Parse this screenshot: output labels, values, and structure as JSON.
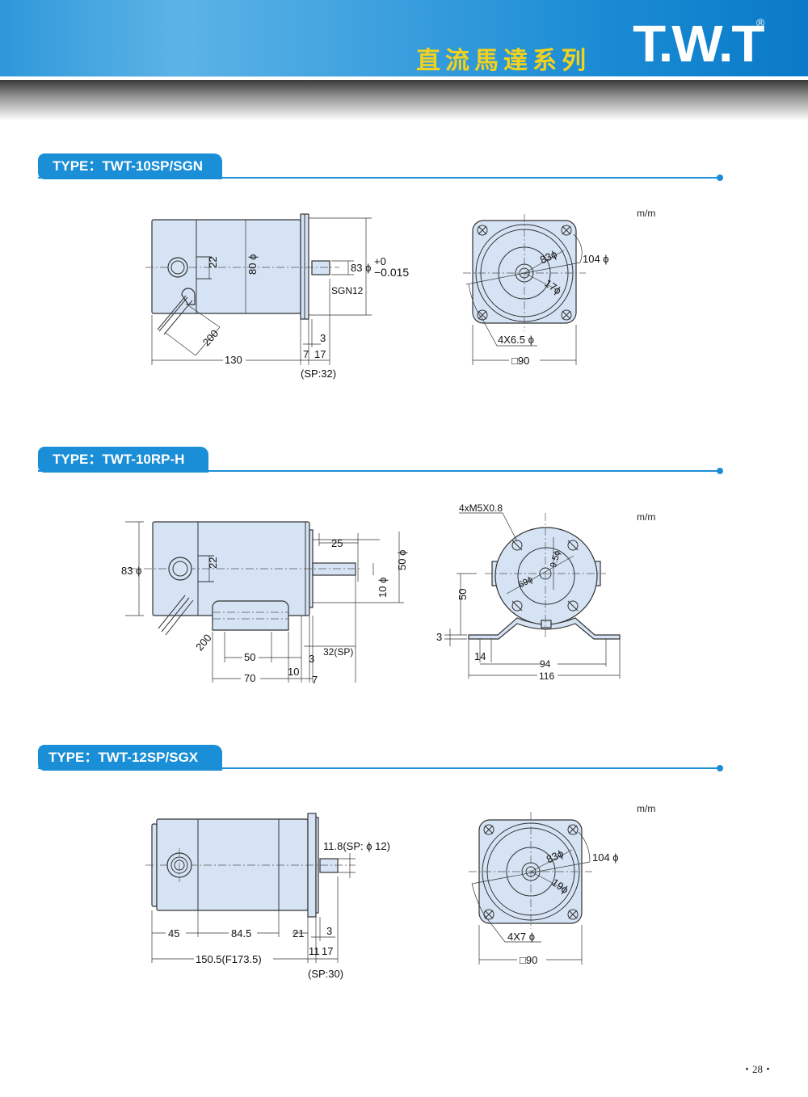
{
  "header": {
    "series_title": "直流馬達系列",
    "logo": "T.W.T",
    "registered": "®"
  },
  "colors": {
    "accent": "#1a8ed6",
    "title_yellow": "#f4d21c",
    "body_fill": "#d5e3f4"
  },
  "sections": [
    {
      "type_label": "TYPE：TWT-10SP/SGN",
      "unit": "m/m",
      "side": {
        "d22": "22",
        "d80": "80 ϕ",
        "d83": "83 ϕ",
        "tol_plus": "+0",
        "tol_minus": "−0.015",
        "sgn": "SGN12",
        "d200": "200",
        "d130": "130",
        "d3": "3",
        "d7": "7",
        "d17": "17",
        "sp": "(SP:32)"
      },
      "front": {
        "d83": "83ϕ",
        "d104": "104 ϕ",
        "d17": "17ϕ",
        "holes": "4X6.5 ϕ",
        "square": "□90"
      }
    },
    {
      "type_label": "TYPE：TWT-10RP-H",
      "unit": "m/m",
      "side": {
        "d83": "83 ϕ",
        "d22": "22",
        "d25": "25",
        "d10": "10 ϕ",
        "d50": "50 ϕ",
        "d200": "200",
        "d50b": "50",
        "d3": "3",
        "sp": "32(SP)",
        "d70": "70",
        "d10b": "10",
        "d7": "7"
      },
      "front": {
        "thread": "4xM5X0.8",
        "d9_5": "9.5ϕ",
        "d69": "69ϕ",
        "h50": "50",
        "t3": "3",
        "d14": "14",
        "d94": "94",
        "d116": "116"
      }
    },
    {
      "type_label": "TYPE：TWT-12SP/SGX",
      "unit": "m/m",
      "side": {
        "shaft": "11.8(SP: ϕ 12)",
        "d45": "45",
        "d84_5": "84.5",
        "d21": "21",
        "d3": "3",
        "total": "150.5(F173.5)",
        "d11": "11",
        "d17": "17",
        "sp": "(SP:30)"
      },
      "front": {
        "d83": "83ϕ",
        "d104": "104 ϕ",
        "d19": "19ϕ",
        "holes": "4X7 ϕ",
        "square": "□90"
      }
    }
  ],
  "page_number": "・28・"
}
